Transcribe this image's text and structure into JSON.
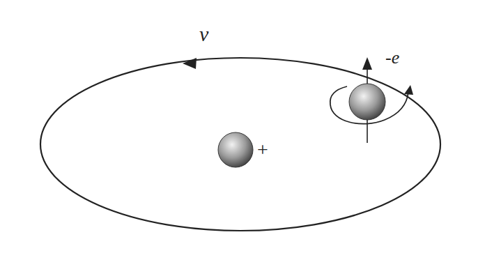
{
  "diagram": {
    "labels": [
      "v",
      "+",
      "-e"
    ]
  }
}
